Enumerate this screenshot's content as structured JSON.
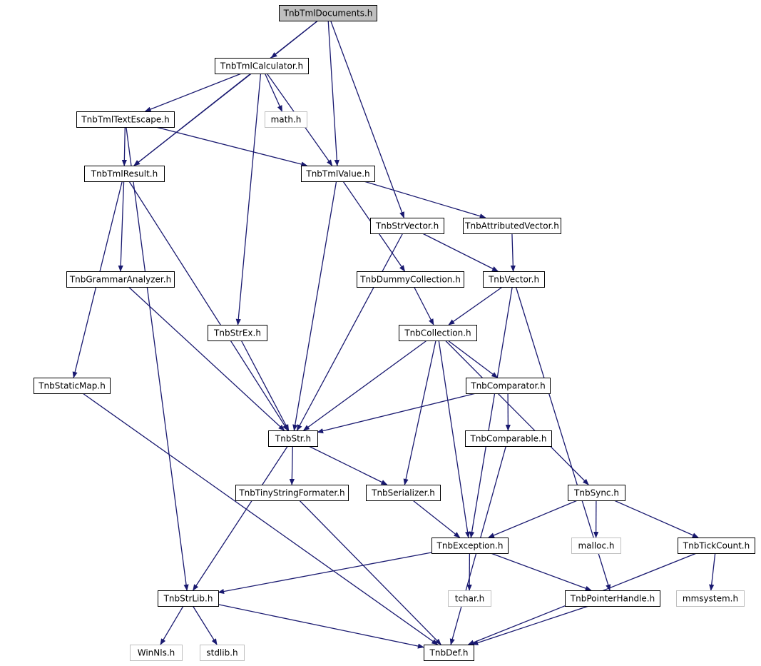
{
  "colors": {
    "edge": "#191970",
    "node_border": "#000000",
    "system_border": "#bfbfbf",
    "root_fill": "#bfbfbf",
    "node_fill": "#ffffff"
  },
  "nodes": [
    {
      "id": "TnbTmlDocuments",
      "label": "TnbTmlDocuments.h",
      "kind": "root"
    },
    {
      "id": "TnbTmlCalculator",
      "label": "TnbTmlCalculator.h",
      "kind": "file"
    },
    {
      "id": "TnbTmlTextEscape",
      "label": "TnbTmlTextEscape.h",
      "kind": "file"
    },
    {
      "id": "math",
      "label": "math.h",
      "kind": "system"
    },
    {
      "id": "TnbTmlResult",
      "label": "TnbTmlResult.h",
      "kind": "file"
    },
    {
      "id": "TnbTmlValue",
      "label": "TnbTmlValue.h",
      "kind": "file"
    },
    {
      "id": "TnbStrVector",
      "label": "TnbStrVector.h",
      "kind": "file"
    },
    {
      "id": "TnbAttributedVector",
      "label": "TnbAttributedVector.h",
      "kind": "file"
    },
    {
      "id": "TnbGrammarAnalyzer",
      "label": "TnbGrammarAnalyzer.h",
      "kind": "file"
    },
    {
      "id": "TnbDummyCollection",
      "label": "TnbDummyCollection.h",
      "kind": "file"
    },
    {
      "id": "TnbVector",
      "label": "TnbVector.h",
      "kind": "file"
    },
    {
      "id": "TnbStrEx",
      "label": "TnbStrEx.h",
      "kind": "file"
    },
    {
      "id": "TnbCollection",
      "label": "TnbCollection.h",
      "kind": "file"
    },
    {
      "id": "TnbStaticMap",
      "label": "TnbStaticMap.h",
      "kind": "file"
    },
    {
      "id": "TnbComparator",
      "label": "TnbComparator.h",
      "kind": "file"
    },
    {
      "id": "TnbStr",
      "label": "TnbStr.h",
      "kind": "file"
    },
    {
      "id": "TnbComparable",
      "label": "TnbComparable.h",
      "kind": "file"
    },
    {
      "id": "TnbTinyStringFormater",
      "label": "TnbTinyStringFormater.h",
      "kind": "file"
    },
    {
      "id": "TnbSerializer",
      "label": "TnbSerializer.h",
      "kind": "file"
    },
    {
      "id": "TnbSync",
      "label": "TnbSync.h",
      "kind": "file"
    },
    {
      "id": "TnbException",
      "label": "TnbException.h",
      "kind": "file"
    },
    {
      "id": "malloc",
      "label": "malloc.h",
      "kind": "system"
    },
    {
      "id": "TnbTickCount",
      "label": "TnbTickCount.h",
      "kind": "file"
    },
    {
      "id": "TnbStrLib",
      "label": "TnbStrLib.h",
      "kind": "file"
    },
    {
      "id": "tchar",
      "label": "tchar.h",
      "kind": "system"
    },
    {
      "id": "TnbPointerHandle",
      "label": "TnbPointerHandle.h",
      "kind": "file"
    },
    {
      "id": "mmsystem",
      "label": "mmsystem.h",
      "kind": "system"
    },
    {
      "id": "WinNls",
      "label": "WinNls.h",
      "kind": "system"
    },
    {
      "id": "stdlib",
      "label": "stdlib.h",
      "kind": "system"
    },
    {
      "id": "TnbDef",
      "label": "TnbDef.h",
      "kind": "file"
    }
  ],
  "edges": [
    {
      "from": "TnbTmlDocuments",
      "to": "TnbTmlCalculator"
    },
    {
      "from": "TnbTmlDocuments",
      "to": "TnbTmlResult"
    },
    {
      "from": "TnbTmlDocuments",
      "to": "TnbTmlValue"
    },
    {
      "from": "TnbTmlDocuments",
      "to": "TnbStrVector"
    },
    {
      "from": "TnbTmlCalculator",
      "to": "TnbTmlTextEscape"
    },
    {
      "from": "TnbTmlCalculator",
      "to": "math"
    },
    {
      "from": "TnbTmlCalculator",
      "to": "TnbTmlResult"
    },
    {
      "from": "TnbTmlCalculator",
      "to": "TnbTmlValue"
    },
    {
      "from": "TnbTmlCalculator",
      "to": "TnbStrEx"
    },
    {
      "from": "TnbTmlTextEscape",
      "to": "TnbTmlResult"
    },
    {
      "from": "TnbTmlTextEscape",
      "to": "TnbTmlValue"
    },
    {
      "from": "TnbTmlTextEscape",
      "to": "TnbStrLib"
    },
    {
      "from": "TnbTmlResult",
      "to": "TnbGrammarAnalyzer"
    },
    {
      "from": "TnbTmlResult",
      "to": "TnbStaticMap"
    },
    {
      "from": "TnbTmlResult",
      "to": "TnbStr"
    },
    {
      "from": "TnbTmlValue",
      "to": "TnbAttributedVector"
    },
    {
      "from": "TnbTmlValue",
      "to": "TnbDummyCollection"
    },
    {
      "from": "TnbTmlValue",
      "to": "TnbStr"
    },
    {
      "from": "TnbStrVector",
      "to": "TnbVector"
    },
    {
      "from": "TnbStrVector",
      "to": "TnbStr"
    },
    {
      "from": "TnbAttributedVector",
      "to": "TnbVector"
    },
    {
      "from": "TnbGrammarAnalyzer",
      "to": "TnbStr"
    },
    {
      "from": "TnbDummyCollection",
      "to": "TnbCollection"
    },
    {
      "from": "TnbVector",
      "to": "TnbCollection"
    },
    {
      "from": "TnbVector",
      "to": "TnbException"
    },
    {
      "from": "TnbVector",
      "to": "TnbPointerHandle"
    },
    {
      "from": "TnbStrEx",
      "to": "TnbStr"
    },
    {
      "from": "TnbCollection",
      "to": "TnbComparator"
    },
    {
      "from": "TnbCollection",
      "to": "TnbStr"
    },
    {
      "from": "TnbCollection",
      "to": "TnbSerializer"
    },
    {
      "from": "TnbCollection",
      "to": "TnbException"
    },
    {
      "from": "TnbCollection",
      "to": "TnbSync"
    },
    {
      "from": "TnbStaticMap",
      "to": "TnbDef"
    },
    {
      "from": "TnbComparator",
      "to": "TnbStr"
    },
    {
      "from": "TnbComparator",
      "to": "TnbComparable"
    },
    {
      "from": "TnbStr",
      "to": "TnbTinyStringFormater"
    },
    {
      "from": "TnbStr",
      "to": "TnbSerializer"
    },
    {
      "from": "TnbStr",
      "to": "TnbStrLib"
    },
    {
      "from": "TnbComparable",
      "to": "TnbDef"
    },
    {
      "from": "TnbTinyStringFormater",
      "to": "TnbDef"
    },
    {
      "from": "TnbSerializer",
      "to": "TnbException"
    },
    {
      "from": "TnbSync",
      "to": "TnbException"
    },
    {
      "from": "TnbSync",
      "to": "malloc"
    },
    {
      "from": "TnbSync",
      "to": "TnbTickCount"
    },
    {
      "from": "TnbException",
      "to": "TnbStrLib"
    },
    {
      "from": "TnbException",
      "to": "tchar"
    },
    {
      "from": "TnbException",
      "to": "TnbPointerHandle"
    },
    {
      "from": "TnbTickCount",
      "to": "mmsystem"
    },
    {
      "from": "TnbTickCount",
      "to": "TnbDef"
    },
    {
      "from": "TnbStrLib",
      "to": "WinNls"
    },
    {
      "from": "TnbStrLib",
      "to": "stdlib"
    },
    {
      "from": "TnbStrLib",
      "to": "TnbDef"
    },
    {
      "from": "TnbPointerHandle",
      "to": "TnbDef"
    }
  ]
}
